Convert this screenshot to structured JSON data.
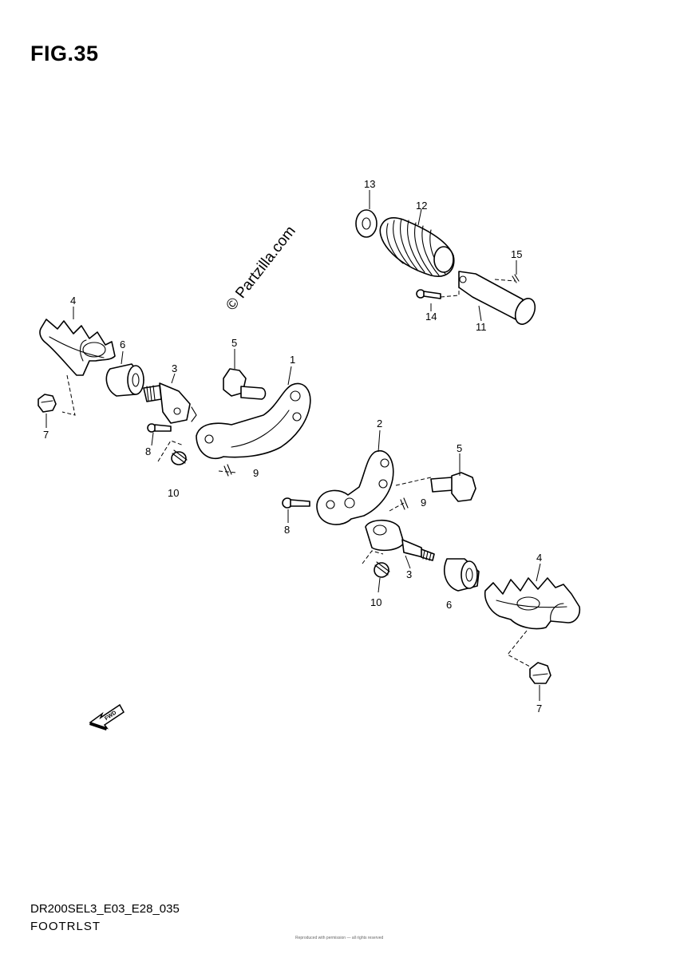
{
  "figure": {
    "title": "FIG.35",
    "watermark": "© Partzilla.com",
    "fwd_label": "FWD"
  },
  "callouts": {
    "c1": "1",
    "c2": "2",
    "c3a": "3",
    "c3b": "3",
    "c4a": "4",
    "c4b": "4",
    "c5a": "5",
    "c5b": "5",
    "c6a": "6",
    "c6b": "6",
    "c7a": "7",
    "c7b": "7",
    "c8a": "8",
    "c8b": "8",
    "c9a": "9",
    "c9b": "9",
    "c10a": "10",
    "c10b": "10",
    "c11": "11",
    "c12": "12",
    "c13": "13",
    "c14": "14",
    "c15": "15"
  },
  "footer": {
    "code": "DR200SEL3_E03_E28_035",
    "name": "FOOTRLST",
    "fine_print": "Reproduced with permission — all rights reserved"
  }
}
